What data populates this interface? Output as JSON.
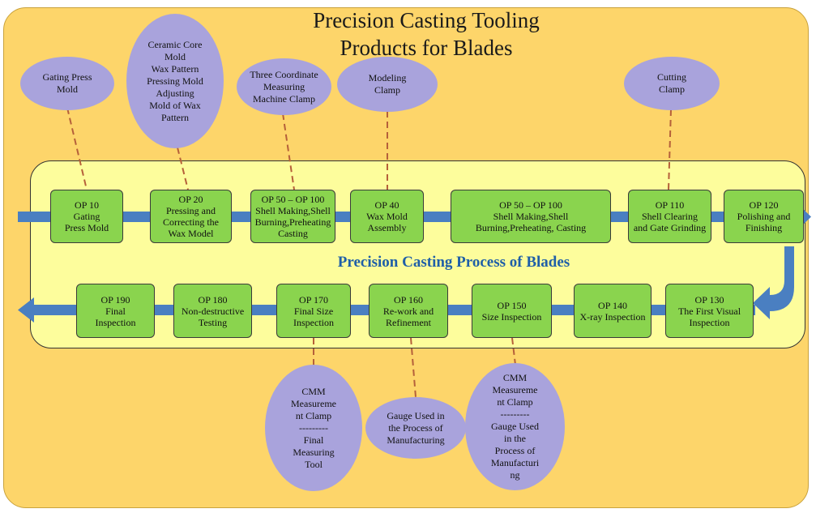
{
  "title_lines": [
    "Precision Casting Tooling",
    "Products for Blades"
  ],
  "band_title": "Precision Casting Process of Blades",
  "colors": {
    "background": "#fdd56a",
    "band": "#fdfd9c",
    "step_box": "#8ad44e",
    "tooling_oval": "#a9a3dc",
    "flow_arrow": "#4a7fc1",
    "band_title": "#1f5fa8",
    "link_line": "#b5603a"
  },
  "top_steps": [
    {
      "lines": [
        "OP 10",
        "Gating",
        "Press Mold"
      ]
    },
    {
      "lines": [
        "OP 20",
        "Pressing and",
        "Correcting the",
        "Wax Model"
      ]
    },
    {
      "lines": [
        "OP 50 – OP 100",
        "Shell Making,Shell",
        "Burning,Preheating",
        "Casting"
      ]
    },
    {
      "lines": [
        "OP 40",
        "Wax Mold",
        "Assembly"
      ]
    },
    {
      "lines": [
        "OP 50 – OP 100",
        "Shell Making,Shell",
        "Burning,Preheating, Casting"
      ]
    },
    {
      "lines": [
        "OP 110",
        "Shell Clearing",
        "and Gate Grinding"
      ]
    },
    {
      "lines": [
        "OP 120",
        "Polishing and",
        "Finishing"
      ]
    }
  ],
  "bottom_steps": [
    {
      "lines": [
        "OP 190",
        "Final",
        "Inspection"
      ]
    },
    {
      "lines": [
        "OP 180",
        "Non-destructive",
        "Testing"
      ]
    },
    {
      "lines": [
        "OP 170",
        "Final Size",
        "Inspection"
      ]
    },
    {
      "lines": [
        "OP 160",
        "Re-work and",
        "Refinement"
      ]
    },
    {
      "lines": [
        "OP 150",
        "Size Inspection"
      ]
    },
    {
      "lines": [
        "OP 140",
        "X-ray Inspection"
      ]
    },
    {
      "lines": [
        "OP 130",
        "The First Visual",
        "Inspection"
      ]
    }
  ],
  "top_tools": [
    {
      "lines": [
        "Gating Press",
        "Mold"
      ]
    },
    {
      "lines": [
        "Ceramic Core",
        "Mold",
        "Wax Pattern",
        "Pressing Mold",
        "Adjusting",
        "Mold of Wax",
        "Pattern"
      ]
    },
    {
      "lines": [
        "Three Coordinate",
        "Measuring",
        "Machine Clamp"
      ]
    },
    {
      "lines": [
        "Modeling",
        "Clamp"
      ]
    },
    {
      "lines": [
        "Cutting",
        "Clamp"
      ]
    }
  ],
  "bottom_tools": [
    {
      "lines": [
        "CMM",
        "Measureme",
        "nt Clamp",
        "---------",
        "Final",
        "Measuring",
        "Tool"
      ]
    },
    {
      "lines": [
        "Gauge Used in",
        "the Process of",
        "Manufacturing"
      ]
    },
    {
      "lines": [
        "CMM",
        "Measureme",
        "nt Clamp",
        "---------",
        "Gauge Used",
        "in the",
        "Process of",
        "Manufacturi",
        "ng"
      ]
    }
  ]
}
